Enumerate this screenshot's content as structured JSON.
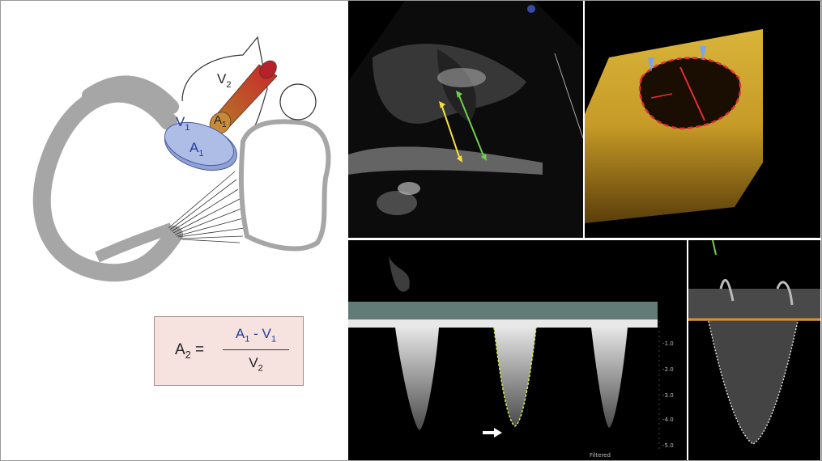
{
  "diagram": {
    "labels": {
      "v2_upper": "V",
      "v2_upper_sub": "2",
      "a1_small": "A",
      "a1_small_sub": "1",
      "v1": "V",
      "v1_sub": "1",
      "a1_large": "A",
      "a1_large_sub": "1"
    }
  },
  "formula": {
    "lhs_var": "A",
    "lhs_sub": "2",
    "equals": "=",
    "num_a": "A",
    "num_a_sub": "1",
    "minus": " - ",
    "num_v": "V",
    "num_v_sub": "1",
    "den_v": "V",
    "den_v_sub": "2"
  },
  "doppler": {
    "scale_ticks": [
      "-1.0",
      "-2.0",
      "-3.0",
      "-4.0",
      "-5.0"
    ],
    "bottom_label": "Filtered"
  },
  "colors": {
    "myocardium": "#a6a6a6",
    "orifice_fill": "#aebde6",
    "orifice_text": "#1f3f9a",
    "formula_bg": "#f6e2df",
    "yellow_marker": "#f5e03a",
    "green_marker": "#6fd04a",
    "red_marker": "#e23030",
    "blue_marker": "#7aa4f0",
    "baseline_orange": "#e0902a"
  }
}
